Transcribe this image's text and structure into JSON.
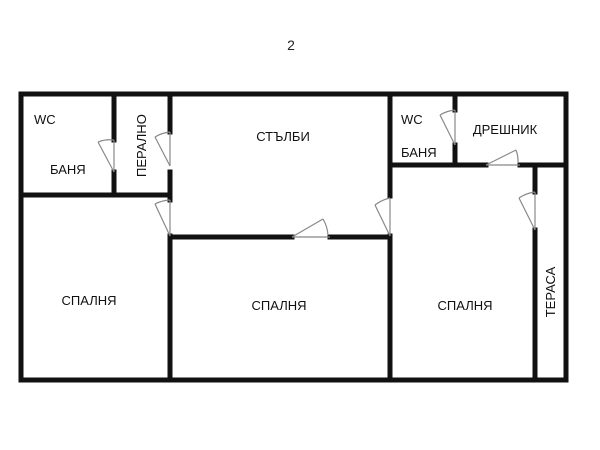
{
  "plan": {
    "floor_label": "2",
    "rooms": [
      {
        "id": "wc-bath-left",
        "labels": [
          "WC",
          "БАНЯ"
        ]
      },
      {
        "id": "laundry",
        "label": "ПЕРАЛНО"
      },
      {
        "id": "stairs",
        "label": "СТЪЛБИ"
      },
      {
        "id": "wc-bath-right",
        "labels": [
          "WC",
          "БАНЯ"
        ]
      },
      {
        "id": "wardrobe",
        "label": "ДРЕШНИК"
      },
      {
        "id": "bedroom-left",
        "label": "СПАЛНЯ"
      },
      {
        "id": "bedroom-middle",
        "label": "СПАЛНЯ"
      },
      {
        "id": "bedroom-right",
        "label": "СПАЛНЯ"
      },
      {
        "id": "terrace",
        "label": "ТЕРАСА"
      }
    ],
    "colors": {
      "wall": "#111111",
      "door": "#888888",
      "background": "#ffffff"
    }
  }
}
